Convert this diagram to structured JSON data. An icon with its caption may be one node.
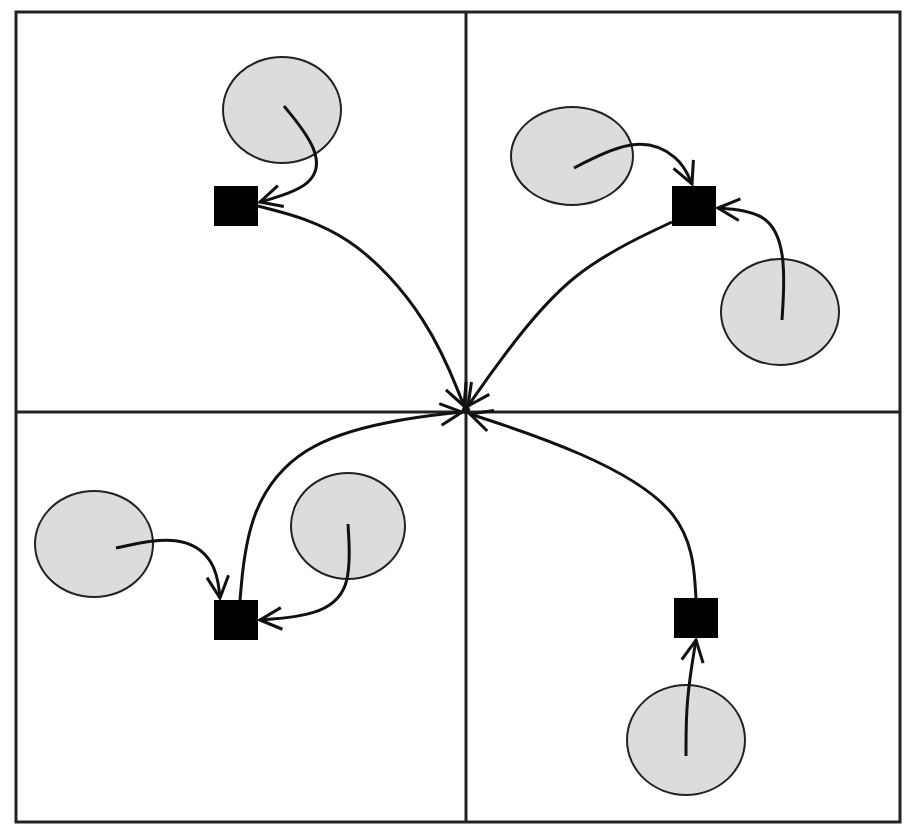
{
  "diagram": {
    "nodes": [
      {
        "text": [],
        "shape": "ellipse"
      },
      {
        "text": [],
        "shape": "box"
      },
      {
        "text": [],
        "shape": "ellipse"
      },
      {
        "text": [],
        "shape": "box"
      },
      {
        "text": [],
        "shape": "ellipse"
      },
      {
        "text": [],
        "shape": "point"
      },
      {
        "text": [],
        "shape": "ellipse"
      },
      {
        "text": [],
        "shape": "ellipse"
      },
      {
        "text": [],
        "shape": "box"
      },
      {
        "text": [],
        "shape": "box"
      },
      {
        "text": [],
        "shape": "ellipse"
      }
    ],
    "edges": [
      {
        "from": 1,
        "to": 5,
        "arrow": "to"
      },
      {
        "from": 3,
        "to": 5,
        "arrow": "to"
      },
      {
        "from": 8,
        "to": 5,
        "arrow": "to"
      },
      {
        "from": 9,
        "to": 5,
        "arrow": "to"
      },
      {
        "from": 0,
        "to": 1,
        "arrow": "to"
      },
      {
        "from": 2,
        "to": 3,
        "arrow": "to"
      },
      {
        "from": 4,
        "to": 3,
        "arrow": "to"
      },
      {
        "from": 7,
        "to": 8,
        "arrow": "to"
      },
      {
        "from": 6,
        "to": 8,
        "arrow": "to"
      },
      {
        "from": 10,
        "to": 9,
        "arrow": "to"
      }
    ]
  }
}
